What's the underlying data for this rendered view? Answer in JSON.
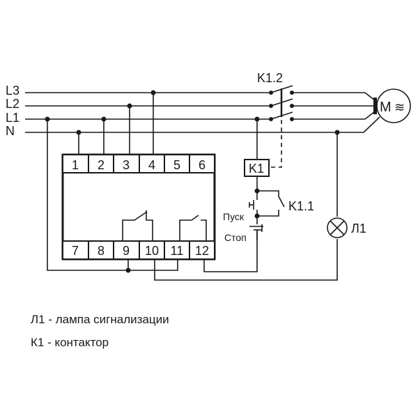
{
  "diagram": {
    "buses": [
      {
        "label": "L3"
      },
      {
        "label": "L2"
      },
      {
        "label": "L1"
      },
      {
        "label": "N"
      }
    ],
    "relay_terminals_top": [
      "1",
      "2",
      "3",
      "4",
      "5",
      "6"
    ],
    "relay_terminals_bottom": [
      "7",
      "8",
      "9",
      "10",
      "11",
      "12"
    ],
    "contactor_power_contacts": "K1.2",
    "contactor_coil": "K1",
    "contactor_aux_contact": "K1.1",
    "start_button": "Пуск",
    "stop_button": "Стоп",
    "motor": {
      "symbol": "M",
      "ac_symbol": "≋"
    },
    "lamp": "Л1"
  },
  "legend": [
    {
      "text": "Л1 - лампа сигнализации"
    },
    {
      "text": "К1 - контактор"
    }
  ]
}
